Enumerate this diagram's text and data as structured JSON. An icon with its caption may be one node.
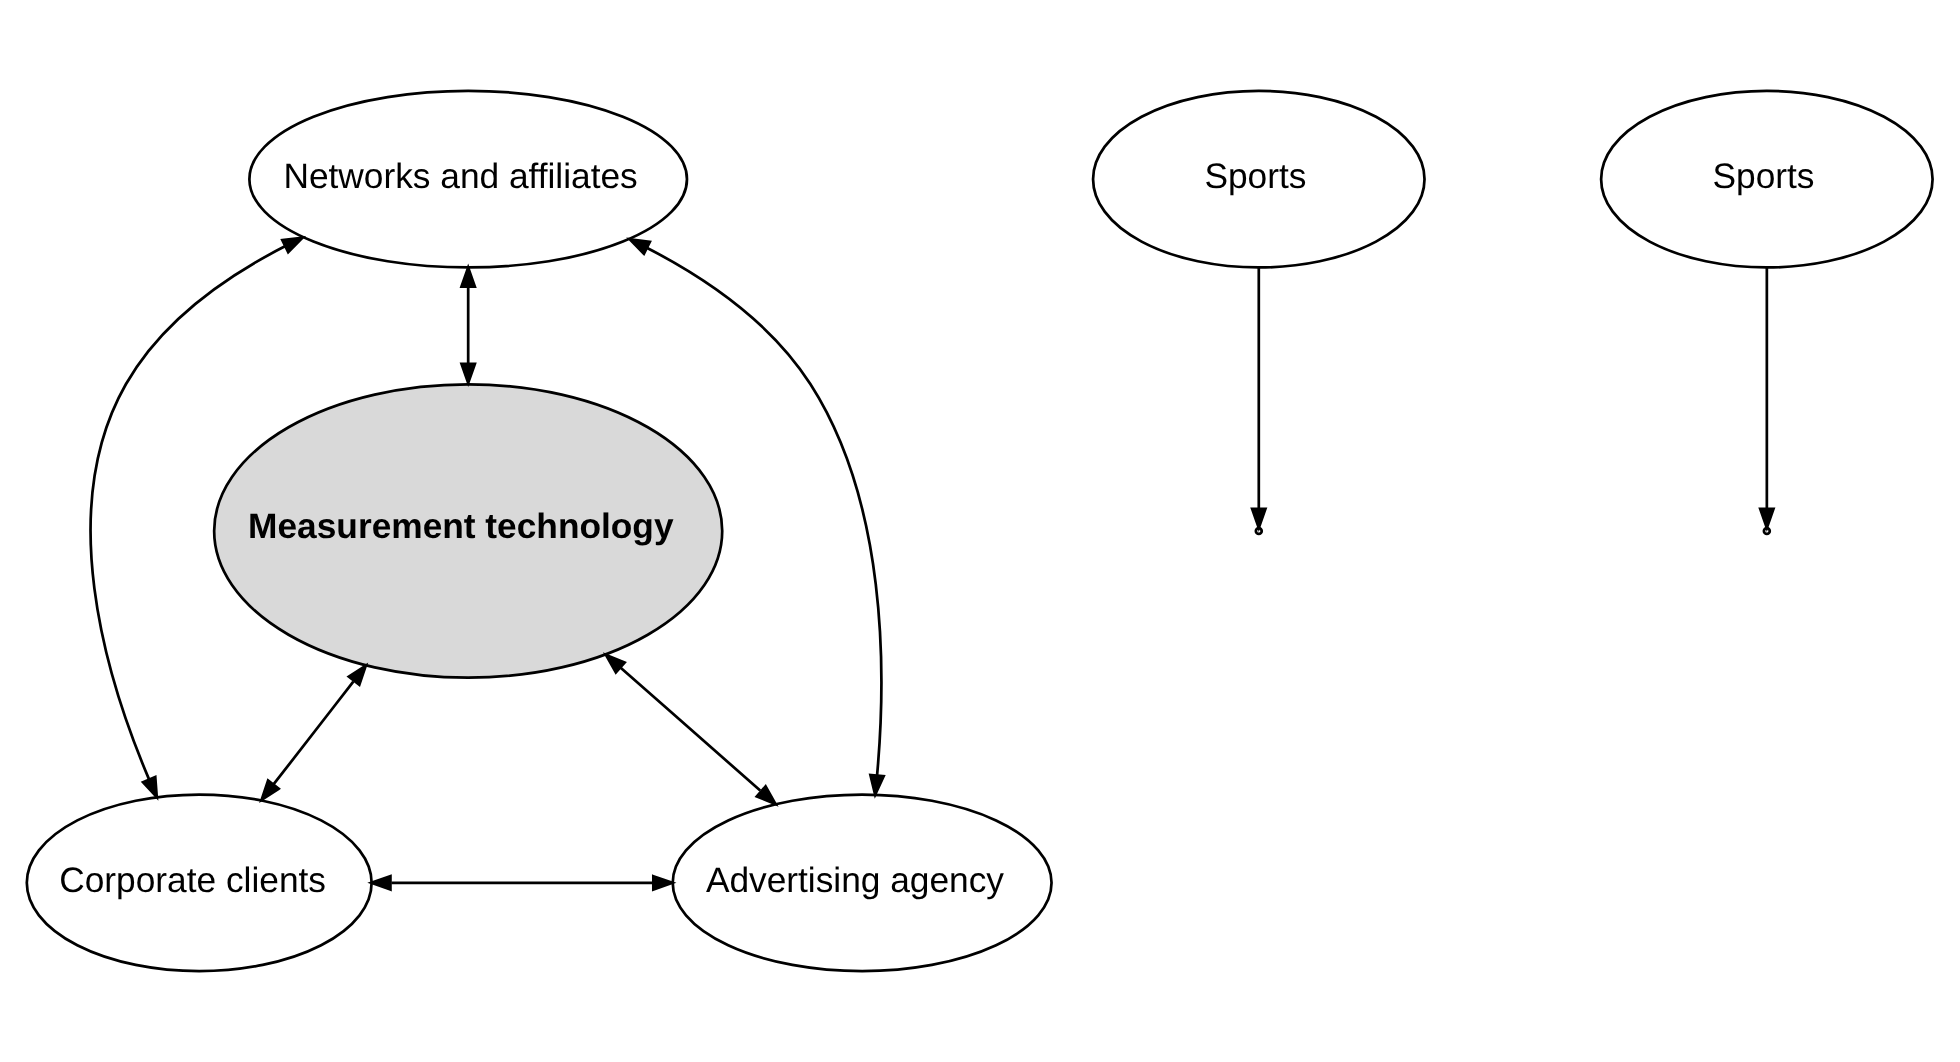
{
  "diagram": {
    "nodes": [
      {
        "text": [
          "Networks and affiliates"
        ]
      },
      {
        "text": [
          "Sports"
        ]
      },
      {
        "text": [
          "Sports"
        ]
      },
      {
        "text": [
          "Measurement technology"
        ]
      },
      {
        "text": [
          "Advertising agency"
        ]
      },
      {
        "text": [
          "Corporate clients"
        ]
      }
    ],
    "edges": [
      {
        "from": 0,
        "to": 3,
        "arrow": "both"
      },
      {
        "from": 0,
        "to": 4,
        "arrow": "both"
      },
      {
        "from": 0,
        "to": 5,
        "arrow": "both"
      },
      {
        "from": 1,
        "to": null,
        "arrow": "to"
      },
      {
        "from": 2,
        "to": null,
        "arrow": "to"
      },
      {
        "from": 4,
        "to": 3,
        "arrow": "both"
      },
      {
        "from": 3,
        "to": 5,
        "arrow": "both"
      },
      {
        "from": 4,
        "to": 5,
        "arrow": "both"
      }
    ]
  }
}
